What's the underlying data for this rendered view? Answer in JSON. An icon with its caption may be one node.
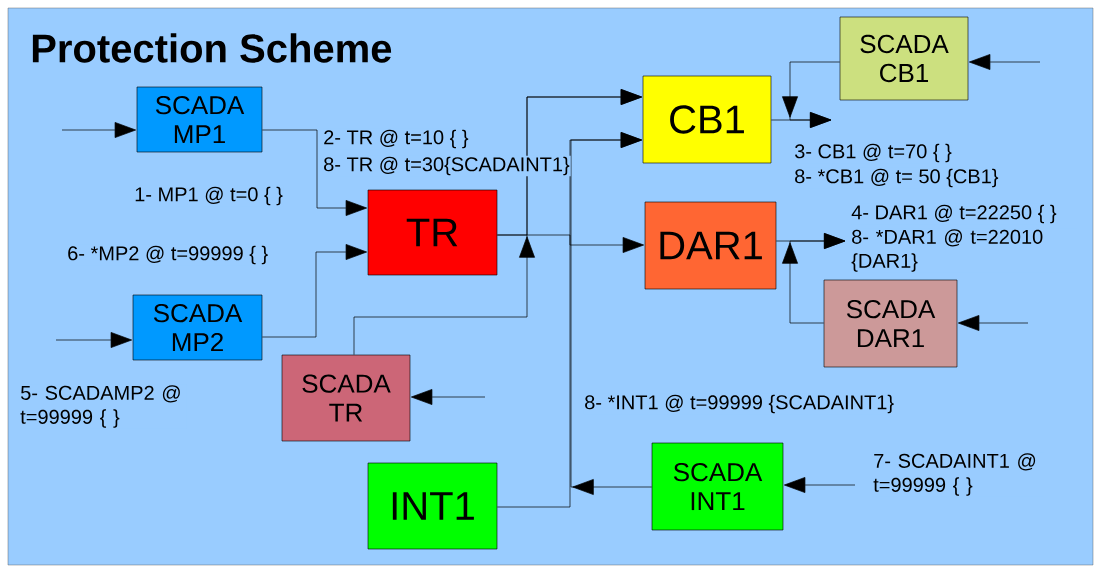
{
  "diagram": {
    "title": "Protection Scheme",
    "nodes": [
      {
        "text": [
          "SCADA MP1"
        ]
      },
      {
        "text": [
          "SCADA MP2"
        ]
      },
      {
        "text": [
          "TR"
        ]
      },
      {
        "text": [
          "SCADA TR"
        ]
      },
      {
        "text": [
          "CB1"
        ]
      },
      {
        "text": [
          "SCADA CB1"
        ]
      },
      {
        "text": [
          "DAR1"
        ]
      },
      {
        "text": [
          "SCADA DAR1"
        ]
      },
      {
        "text": [
          "INT1"
        ]
      },
      {
        "text": [
          "SCADA INT1"
        ]
      }
    ],
    "edges": [
      {
        "from": null,
        "to": 0,
        "arrow": "to"
      },
      {
        "from": null,
        "to": 1,
        "arrow": "to"
      },
      {
        "from": 0,
        "to": 2,
        "arrow": "to"
      },
      {
        "from": 1,
        "to": 2,
        "arrow": "to"
      },
      {
        "from": 2,
        "to": 4,
        "arrow": "to"
      },
      {
        "from": 2,
        "to": 6,
        "arrow": "to"
      },
      {
        "from": 3,
        "to": 4,
        "arrow": "to"
      },
      {
        "from": 8,
        "to": 4,
        "arrow": "to"
      },
      {
        "from": 9,
        "to": 4,
        "arrow": "to"
      },
      {
        "from": 4,
        "to": null,
        "arrow": "to"
      },
      {
        "from": 5,
        "to": null,
        "arrow": "to"
      },
      {
        "from": null,
        "to": 5,
        "arrow": "to"
      },
      {
        "from": 6,
        "to": null,
        "arrow": "to"
      },
      {
        "from": 7,
        "to": null,
        "arrow": "to"
      },
      {
        "from": null,
        "to": 7,
        "arrow": "to"
      },
      {
        "from": null,
        "to": 3,
        "arrow": "to"
      },
      {
        "from": null,
        "to": 9,
        "arrow": "to"
      }
    ],
    "labels": [
      "2- TR @ t=10 { }",
      "8- TR @ t=30{SCADAINT1}",
      "3- CB1 @ t=70 { }",
      "8- *CB1 @ t= 50 {CB1}",
      "1- MP1 @ t=0 { }",
      "4- DAR1 @ t=22250 { }",
      "8- *DAR1 @ t=22010 {DAR1}",
      "6- *MP2 @ t=99999 { }",
      "5- SCADAMP2 @ t=99999 { }",
      "8- *INT1 @ t=99999 {SCADAINT1}",
      "7- SCADAINT1 @ t=99999 { }"
    ]
  }
}
